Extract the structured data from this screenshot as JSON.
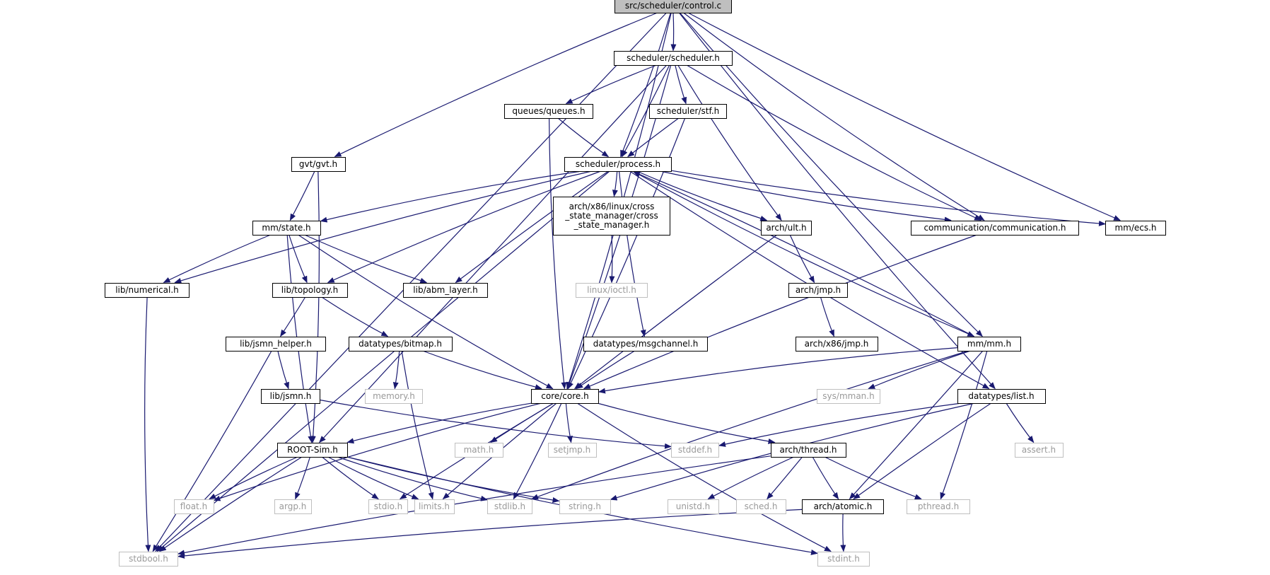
{
  "graph": {
    "root": "src/scheduler/control.c",
    "edge_color": "#191970",
    "system_header_border": "#bfbfbf",
    "nodes": [
      {
        "id": "control_c",
        "label": "src/scheduler/control.c",
        "kind": "root"
      },
      {
        "id": "scheduler_h",
        "label": "scheduler/scheduler.h",
        "kind": "project"
      },
      {
        "id": "queues_h",
        "label": "queues/queues.h",
        "kind": "project"
      },
      {
        "id": "stf_h",
        "label": "scheduler/stf.h",
        "kind": "project"
      },
      {
        "id": "gvt_h",
        "label": "gvt/gvt.h",
        "kind": "project"
      },
      {
        "id": "process_h",
        "label": "scheduler/process.h",
        "kind": "project"
      },
      {
        "id": "state_h",
        "label": "mm/state.h",
        "kind": "project"
      },
      {
        "id": "cross_state_h",
        "label": "arch/x86/linux/cross\n_state_manager/cross\n_state_manager.h",
        "kind": "project"
      },
      {
        "id": "ult_h",
        "label": "arch/ult.h",
        "kind": "project"
      },
      {
        "id": "communication_h",
        "label": "communication/communication.h",
        "kind": "project"
      },
      {
        "id": "ecs_h",
        "label": "mm/ecs.h",
        "kind": "project"
      },
      {
        "id": "numerical_h",
        "label": "lib/numerical.h",
        "kind": "project"
      },
      {
        "id": "topology_h",
        "label": "lib/topology.h",
        "kind": "project"
      },
      {
        "id": "abm_layer_h",
        "label": "lib/abm_layer.h",
        "kind": "project"
      },
      {
        "id": "ioctl_h",
        "label": "linux/ioctl.h",
        "kind": "system"
      },
      {
        "id": "jmp_h",
        "label": "arch/jmp.h",
        "kind": "project"
      },
      {
        "id": "jsmn_helper_h",
        "label": "lib/jsmn_helper.h",
        "kind": "project"
      },
      {
        "id": "bitmap_h",
        "label": "datatypes/bitmap.h",
        "kind": "project"
      },
      {
        "id": "msgchannel_h",
        "label": "datatypes/msgchannel.h",
        "kind": "project"
      },
      {
        "id": "x86_jmp_h",
        "label": "arch/x86/jmp.h",
        "kind": "project"
      },
      {
        "id": "mm_h",
        "label": "mm/mm.h",
        "kind": "project"
      },
      {
        "id": "jsmn_h",
        "label": "lib/jsmn.h",
        "kind": "project"
      },
      {
        "id": "memory_h",
        "label": "memory.h",
        "kind": "system"
      },
      {
        "id": "core_h",
        "label": "core/core.h",
        "kind": "project"
      },
      {
        "id": "sys_mman_h",
        "label": "sys/mman.h",
        "kind": "system"
      },
      {
        "id": "list_h",
        "label": "datatypes/list.h",
        "kind": "project"
      },
      {
        "id": "rootsim_h",
        "label": "ROOT-Sim.h",
        "kind": "project"
      },
      {
        "id": "math_h",
        "label": "math.h",
        "kind": "system"
      },
      {
        "id": "setjmp_h",
        "label": "setjmp.h",
        "kind": "system"
      },
      {
        "id": "stddef_h",
        "label": "stddef.h",
        "kind": "system"
      },
      {
        "id": "thread_h",
        "label": "arch/thread.h",
        "kind": "project"
      },
      {
        "id": "assert_h",
        "label": "assert.h",
        "kind": "system"
      },
      {
        "id": "float_h",
        "label": "float.h",
        "kind": "system"
      },
      {
        "id": "argp_h",
        "label": "argp.h",
        "kind": "system"
      },
      {
        "id": "stdio_h",
        "label": "stdio.h",
        "kind": "system"
      },
      {
        "id": "limits_h",
        "label": "limits.h",
        "kind": "system"
      },
      {
        "id": "stdlib_h",
        "label": "stdlib.h",
        "kind": "system"
      },
      {
        "id": "string_h",
        "label": "string.h",
        "kind": "system"
      },
      {
        "id": "unistd_h",
        "label": "unistd.h",
        "kind": "system"
      },
      {
        "id": "sched_h",
        "label": "sched.h",
        "kind": "system"
      },
      {
        "id": "atomic_h",
        "label": "arch/atomic.h",
        "kind": "project"
      },
      {
        "id": "pthread_h",
        "label": "pthread.h",
        "kind": "system"
      },
      {
        "id": "stdbool_h",
        "label": "stdbool.h",
        "kind": "system"
      },
      {
        "id": "stdint_h",
        "label": "stdint.h",
        "kind": "system"
      }
    ],
    "edges": [
      [
        "control_c",
        "scheduler_h"
      ],
      [
        "control_c",
        "gvt_h"
      ],
      [
        "control_c",
        "process_h"
      ],
      [
        "control_c",
        "core_h"
      ],
      [
        "control_c",
        "communication_h"
      ],
      [
        "control_c",
        "ecs_h"
      ],
      [
        "control_c",
        "mm_h"
      ],
      [
        "control_c",
        "list_h"
      ],
      [
        "control_c",
        "stdbool_h"
      ],
      [
        "scheduler_h",
        "queues_h"
      ],
      [
        "scheduler_h",
        "stf_h"
      ],
      [
        "scheduler_h",
        "process_h"
      ],
      [
        "scheduler_h",
        "ult_h"
      ],
      [
        "scheduler_h",
        "communication_h"
      ],
      [
        "scheduler_h",
        "rootsim_h"
      ],
      [
        "scheduler_h",
        "core_h"
      ],
      [
        "queues_h",
        "process_h"
      ],
      [
        "queues_h",
        "core_h"
      ],
      [
        "stf_h",
        "process_h"
      ],
      [
        "stf_h",
        "core_h"
      ],
      [
        "gvt_h",
        "state_h"
      ],
      [
        "gvt_h",
        "rootsim_h"
      ],
      [
        "process_h",
        "state_h"
      ],
      [
        "process_h",
        "cross_state_h"
      ],
      [
        "process_h",
        "ult_h"
      ],
      [
        "process_h",
        "communication_h"
      ],
      [
        "process_h",
        "ecs_h"
      ],
      [
        "process_h",
        "numerical_h"
      ],
      [
        "process_h",
        "topology_h"
      ],
      [
        "process_h",
        "abm_layer_h"
      ],
      [
        "process_h",
        "msgchannel_h"
      ],
      [
        "process_h",
        "mm_h"
      ],
      [
        "process_h",
        "list_h"
      ],
      [
        "process_h",
        "stdbool_h"
      ],
      [
        "state_h",
        "numerical_h"
      ],
      [
        "state_h",
        "topology_h"
      ],
      [
        "state_h",
        "abm_layer_h"
      ],
      [
        "state_h",
        "core_h"
      ],
      [
        "state_h",
        "rootsim_h"
      ],
      [
        "cross_state_h",
        "ioctl_h"
      ],
      [
        "ult_h",
        "jmp_h"
      ],
      [
        "ult_h",
        "core_h"
      ],
      [
        "jmp_h",
        "x86_jmp_h"
      ],
      [
        "communication_h",
        "core_h"
      ],
      [
        "numerical_h",
        "stdbool_h"
      ],
      [
        "topology_h",
        "jsmn_helper_h"
      ],
      [
        "topology_h",
        "bitmap_h"
      ],
      [
        "jsmn_helper_h",
        "jsmn_h"
      ],
      [
        "jsmn_helper_h",
        "stdbool_h"
      ],
      [
        "jsmn_h",
        "stddef_h"
      ],
      [
        "bitmap_h",
        "memory_h"
      ],
      [
        "bitmap_h",
        "core_h"
      ],
      [
        "bitmap_h",
        "limits_h"
      ],
      [
        "msgchannel_h",
        "core_h"
      ],
      [
        "mm_h",
        "process_h"
      ],
      [
        "mm_h",
        "core_h"
      ],
      [
        "mm_h",
        "sys_mman_h"
      ],
      [
        "mm_h",
        "atomic_h"
      ],
      [
        "mm_h",
        "pthread_h"
      ],
      [
        "mm_h",
        "stdlib_h"
      ],
      [
        "core_h",
        "rootsim_h"
      ],
      [
        "core_h",
        "math_h"
      ],
      [
        "core_h",
        "setjmp_h"
      ],
      [
        "core_h",
        "thread_h"
      ],
      [
        "core_h",
        "float_h"
      ],
      [
        "core_h",
        "stdio_h"
      ],
      [
        "core_h",
        "limits_h"
      ],
      [
        "core_h",
        "stdlib_h"
      ],
      [
        "core_h",
        "stdint_h"
      ],
      [
        "list_h",
        "stddef_h"
      ],
      [
        "list_h",
        "string_h"
      ],
      [
        "list_h",
        "assert_h"
      ],
      [
        "list_h",
        "atomic_h"
      ],
      [
        "rootsim_h",
        "float_h"
      ],
      [
        "rootsim_h",
        "argp_h"
      ],
      [
        "rootsim_h",
        "stdio_h"
      ],
      [
        "rootsim_h",
        "limits_h"
      ],
      [
        "rootsim_h",
        "stdlib_h"
      ],
      [
        "rootsim_h",
        "string_h"
      ],
      [
        "rootsim_h",
        "stdbool_h"
      ],
      [
        "rootsim_h",
        "stdint_h"
      ],
      [
        "thread_h",
        "unistd_h"
      ],
      [
        "thread_h",
        "sched_h"
      ],
      [
        "thread_h",
        "atomic_h"
      ],
      [
        "thread_h",
        "pthread_h"
      ],
      [
        "thread_h",
        "stdbool_h"
      ],
      [
        "atomic_h",
        "stdbool_h"
      ],
      [
        "atomic_h",
        "stdint_h"
      ]
    ]
  }
}
